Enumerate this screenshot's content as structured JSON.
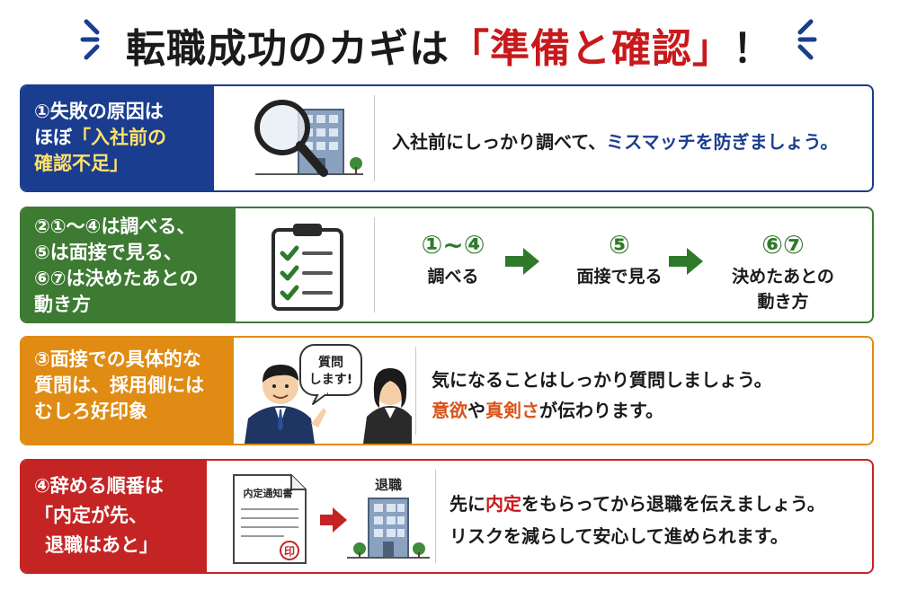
{
  "title": {
    "prefix": "転職成功のカギは",
    "quote_open": "「",
    "highlight": "準備と確認",
    "quote_close": "」",
    "suffix": "！"
  },
  "rows": [
    {
      "label_lines": [
        "①失敗の原因は",
        "ほぼ",
        "「入社前の",
        "確認不足」"
      ],
      "text_before": "入社前にしっかり調べて、",
      "text_highlight": "ミスマッチを防ぎましょう。",
      "color": "#1b3d8f"
    },
    {
      "label_lines": [
        "②①～④は調べる、",
        "⑤は面接で見る、",
        "⑥⑦は決めたあとの",
        "動き方"
      ],
      "steps": [
        {
          "num": "①~④",
          "desc": "調べる"
        },
        {
          "num": "⑤",
          "desc": "面接で見る"
        },
        {
          "num": "⑥⑦",
          "desc": "決めたあとの\n動き方"
        }
      ],
      "color": "#3d7a32"
    },
    {
      "label_lines": [
        "③面接での具体的な",
        "質問は、採用側には",
        "むしろ好印象"
      ],
      "bubble_lines": [
        "質問",
        "します!"
      ],
      "line1": "気になることはしっかり質問しましょう。",
      "line2_hl1": "意欲",
      "line2_mid": "や",
      "line2_hl2": "真剣さ",
      "line2_end": "が伝わります。",
      "color": "#e08b13"
    },
    {
      "label_lines": [
        "④辞める順番は",
        "「内定が先、",
        "退職はあと」"
      ],
      "doc_title": "内定通知書",
      "stamp": "印",
      "building_label": "退職",
      "line1_a": "先に",
      "line1_hl": "内定",
      "line1_b": "をもらってから退職を伝えましょう。",
      "line2": "リスクを減らして安心して進められます。",
      "color": "#c52424"
    }
  ]
}
